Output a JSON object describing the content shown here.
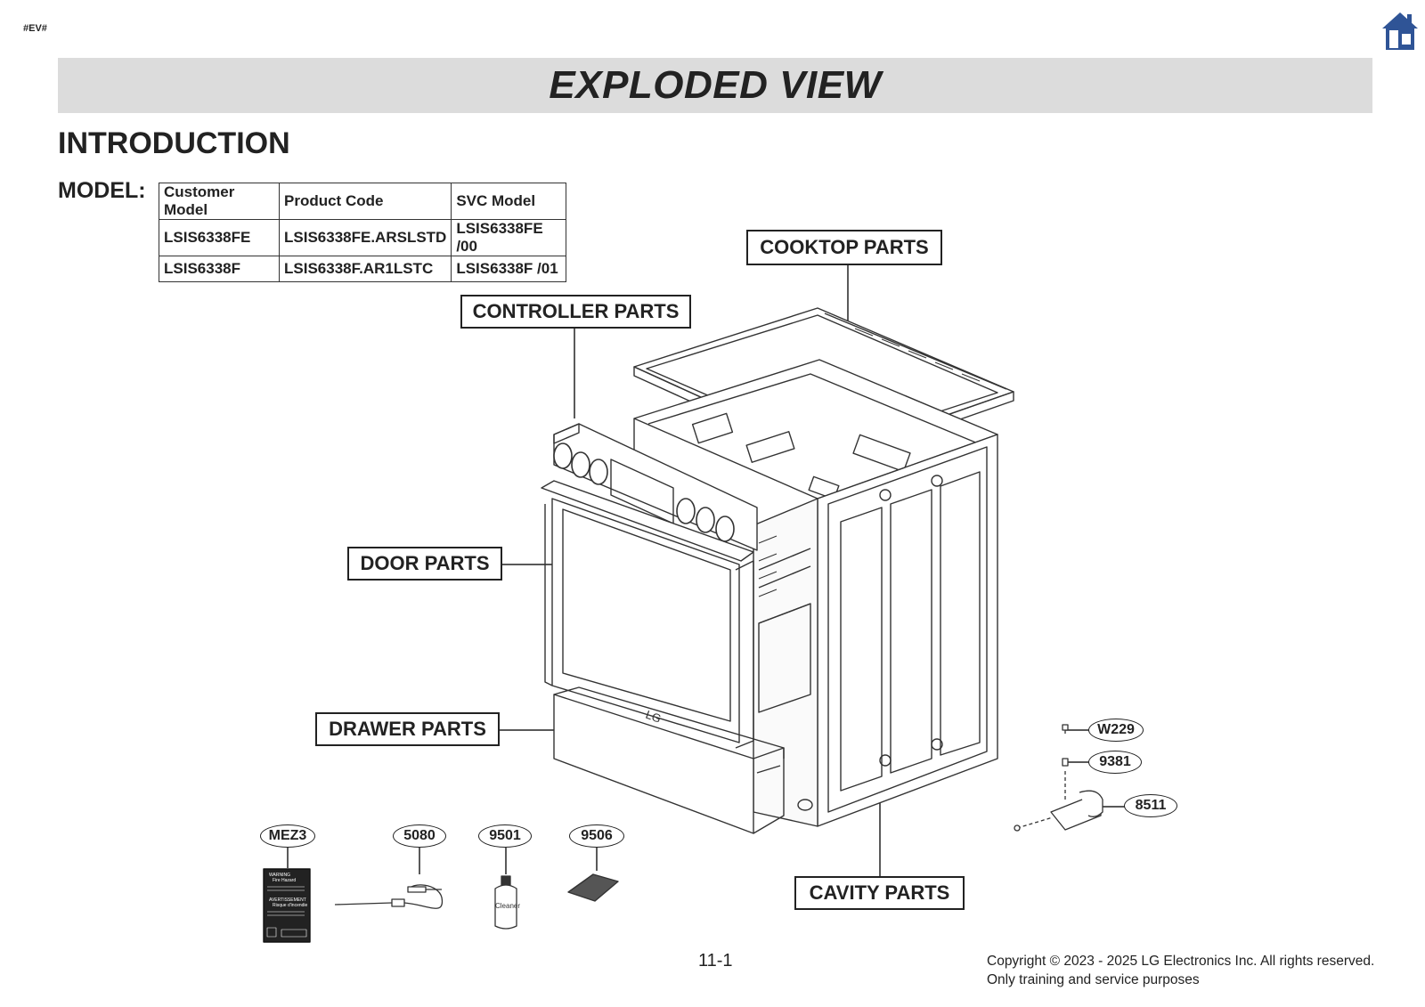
{
  "header": {
    "tag": "#EV#",
    "title": "EXPLODED VIEW",
    "home_icon": "home-icon"
  },
  "intro": {
    "heading": "INTRODUCTION",
    "model_label": "MODEL:"
  },
  "model_table": {
    "headers": [
      "Customer Model",
      "Product Code",
      "SVC Model"
    ],
    "rows": [
      [
        "LSIS6338FE",
        "LSIS6338FE.ARSLSTD",
        "LSIS6338FE  /00"
      ],
      [
        "LSIS6338F",
        "LSIS6338F.AR1LSTC",
        "LSIS6338F  /01"
      ]
    ]
  },
  "sections": {
    "cooktop": "COOKTOP PARTS",
    "controller": "CONTROLLER PARTS",
    "door": "DOOR PARTS",
    "drawer": "DRAWER PARTS",
    "cavity": "CAVITY PARTS"
  },
  "part_numbers": {
    "mez3": "MEZ3",
    "p5080": "5080",
    "p9501": "9501",
    "p9506": "9506",
    "w229": "W229",
    "p9381": "9381",
    "p8511": "8511"
  },
  "illustration": {
    "brand": "LG",
    "cleaner_label": "Cleaner",
    "label_lines": [
      "WARNING",
      "Fire Hazard",
      "AVERTISSEMENT",
      "Risque d'incendie"
    ]
  },
  "footer": {
    "page_number": "11-1",
    "copyright": "Copyright © 2023 - 2025 LG Electronics Inc. All rights reserved.",
    "note": "Only training and service purposes"
  }
}
